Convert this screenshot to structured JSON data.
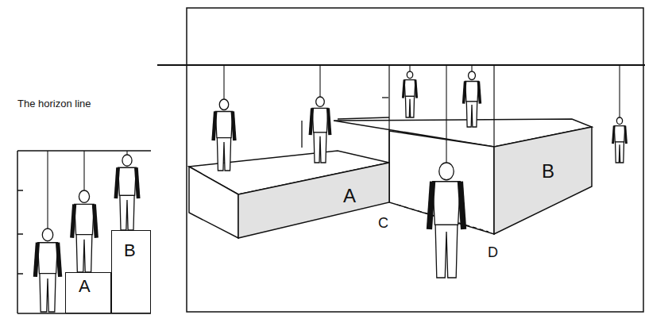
{
  "diagram": {
    "nodes": [
      {
        "text": [
          "A"
        ]
      },
      {
        "text": [
          "B"
        ]
      },
      {
        "text": [
          "A"
        ]
      },
      {
        "text": [
          "B"
        ]
      }
    ],
    "labels": [
      "The horizon line",
      "C",
      "D"
    ]
  }
}
